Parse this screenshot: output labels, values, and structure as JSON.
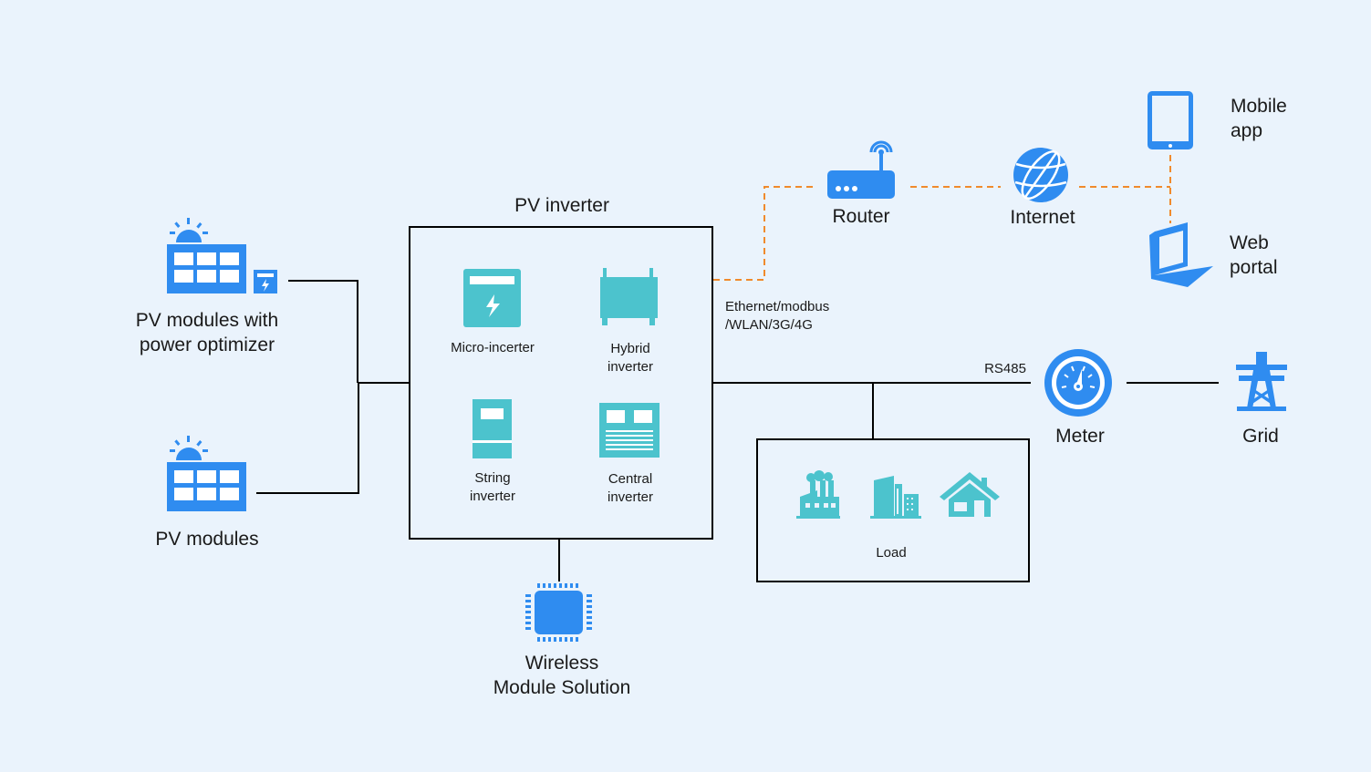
{
  "colors": {
    "background": "#EAF3FC",
    "device_blue": "#2F8CF0",
    "inverter_teal": "#4CC3CD",
    "wireless_link": "#F08A2C",
    "wire": "#000000"
  },
  "nodes": {
    "pv_optimizer": {
      "label_line1": "PV modules with",
      "label_line2": "power optimizer",
      "icon": "solar-panel-with-optimizer-icon"
    },
    "pv_modules": {
      "label": "PV modules",
      "icon": "solar-panel-icon"
    },
    "pv_inverter": {
      "title": "PV inverter",
      "types": [
        {
          "line1": "Micro-incerter",
          "line2": "",
          "icon": "micro-inverter-icon"
        },
        {
          "line1": "Hybrid",
          "line2": "inverter",
          "icon": "hybrid-inverter-icon"
        },
        {
          "line1": "String",
          "line2": "inverter",
          "icon": "string-inverter-icon"
        },
        {
          "line1": "Central",
          "line2": "inverter",
          "icon": "central-inverter-icon"
        }
      ]
    },
    "wireless": {
      "label_line1": "Wireless",
      "label_line2": "Module Solution",
      "icon": "chip-icon"
    },
    "router": {
      "label": "Router",
      "icon": "router-icon"
    },
    "internet": {
      "label": "Internet",
      "icon": "globe-icon"
    },
    "mobile_app": {
      "label_line1": "Mobile",
      "label_line2": "app",
      "icon": "tablet-icon"
    },
    "web_portal": {
      "label_line1": "Web",
      "label_line2": "portal",
      "icon": "laptop-icon"
    },
    "meter": {
      "label": "Meter",
      "icon": "meter-icon"
    },
    "grid": {
      "label": "Grid",
      "icon": "transmission-tower-icon"
    },
    "load": {
      "label": "Load",
      "icons": [
        "factory-icon",
        "office-building-icon",
        "house-icon"
      ]
    }
  },
  "links": {
    "ethernet_line1": "Ethernet/modbus",
    "ethernet_line2": "/WLAN/3G/4G",
    "rs485": "RS485"
  }
}
